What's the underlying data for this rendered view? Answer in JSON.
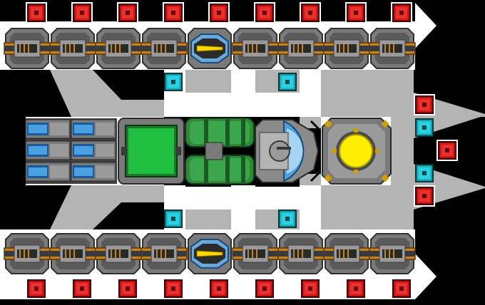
{
  "scene": {
    "kind": "ship-blueprint-grid",
    "colors": {
      "background": "#000000",
      "hull": "#b4b4b4",
      "deck": "#ffffff",
      "armor_red": "#d01818",
      "armor_cyan": "#18b8c8",
      "turret_orange": "#d08a20",
      "turret_gray": "#6c6c6c",
      "reactor_yellow": "#ffee00",
      "cargo_green": "#22c040",
      "pipe_green": "#3aa84a",
      "engine_blue": "#4aa0e0",
      "cockpit_yellow": "#ffd800"
    },
    "top_armor": {
      "count": 9,
      "type": "red-armor-block"
    },
    "bottom_armor": {
      "count": 9,
      "type": "red-armor-block"
    },
    "top_turret_row": {
      "count": 9,
      "special_index": 4,
      "type": "cannon-turret",
      "special_type": "laser-turret"
    },
    "bottom_turret_row": {
      "count": 9,
      "special_index": 4,
      "type": "cannon-turret",
      "special_type": "laser-turret"
    },
    "core_modules": [
      {
        "type": "thruster-bank",
        "icon": "thruster-icon"
      },
      {
        "type": "cargo-container",
        "icon": "cargo-icon"
      },
      {
        "type": "fuel-tanks",
        "icon": "tank-icon"
      },
      {
        "type": "bridge-cockpit",
        "icon": "cockpit-icon"
      },
      {
        "type": "reactor-core",
        "icon": "reactor-icon"
      }
    ],
    "right_armor": [
      "red",
      "cyan",
      "red",
      "cyan",
      "red"
    ]
  }
}
